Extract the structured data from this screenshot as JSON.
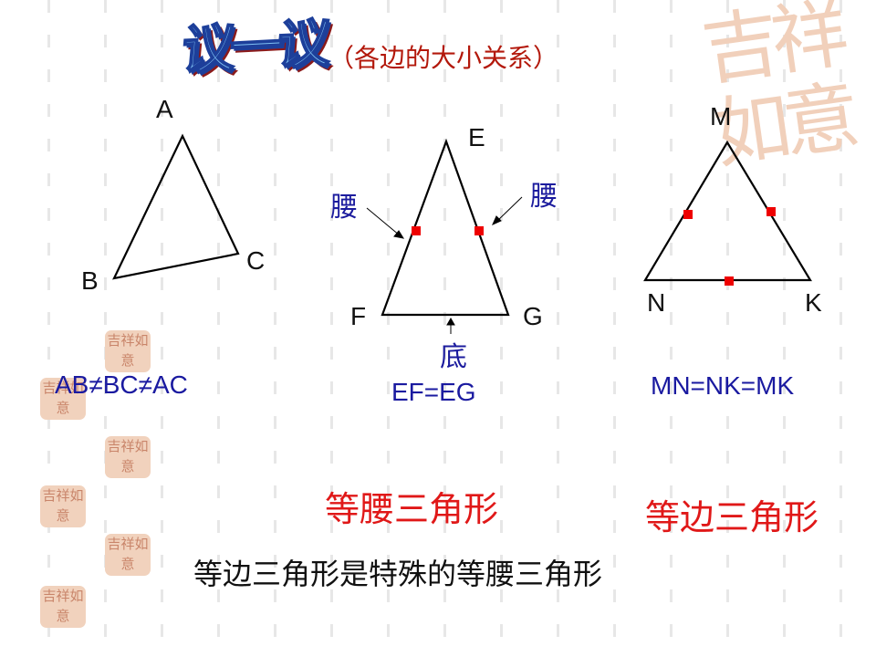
{
  "decor": {
    "watermark_text": "吉祥如意",
    "stamp_text": "吉祥如意"
  },
  "title": "议一议",
  "subtitle": "（各边的大小关系）",
  "triangle1": {
    "vertex_labels": [
      "A",
      "B",
      "C"
    ],
    "relation": "AB≠BC≠AC"
  },
  "triangle2": {
    "vertex_labels": [
      "E",
      "F",
      "G"
    ],
    "leg_label_left": "腰",
    "leg_label_right": "腰",
    "base_label": "底",
    "relation": "EF=EG",
    "category": "等腰三角形"
  },
  "triangle3": {
    "vertex_labels": [
      "M",
      "N",
      "K"
    ],
    "relation": "MN=NK=MK",
    "category": "等边三角形"
  },
  "conclusion": "等边三角形是特殊的等腰三角形",
  "colors": {
    "title_fill": "#7fc0f2",
    "title_outline": "#1d3f9a",
    "subtitle": "#b3180b",
    "blue_text": "#1a1aa0",
    "red_text": "#e01818",
    "marker": "#ee0000",
    "stamp": "#f1d2bd"
  }
}
